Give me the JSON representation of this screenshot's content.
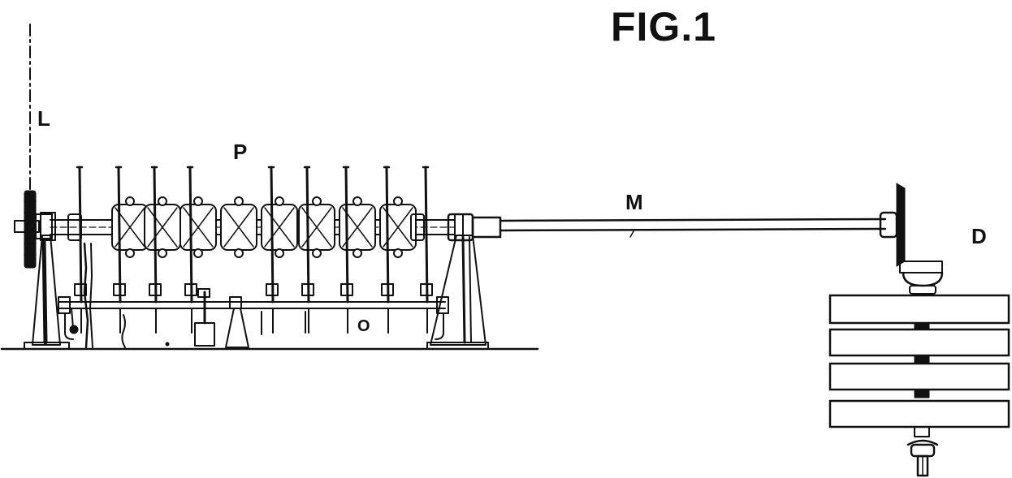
{
  "figure": {
    "title": "FIG.1",
    "labels": {
      "L": "L",
      "P": "P",
      "M": "M",
      "D": "D",
      "O": "O"
    }
  },
  "colors": {
    "ink": "#111111",
    "paper": "#ffffff"
  }
}
